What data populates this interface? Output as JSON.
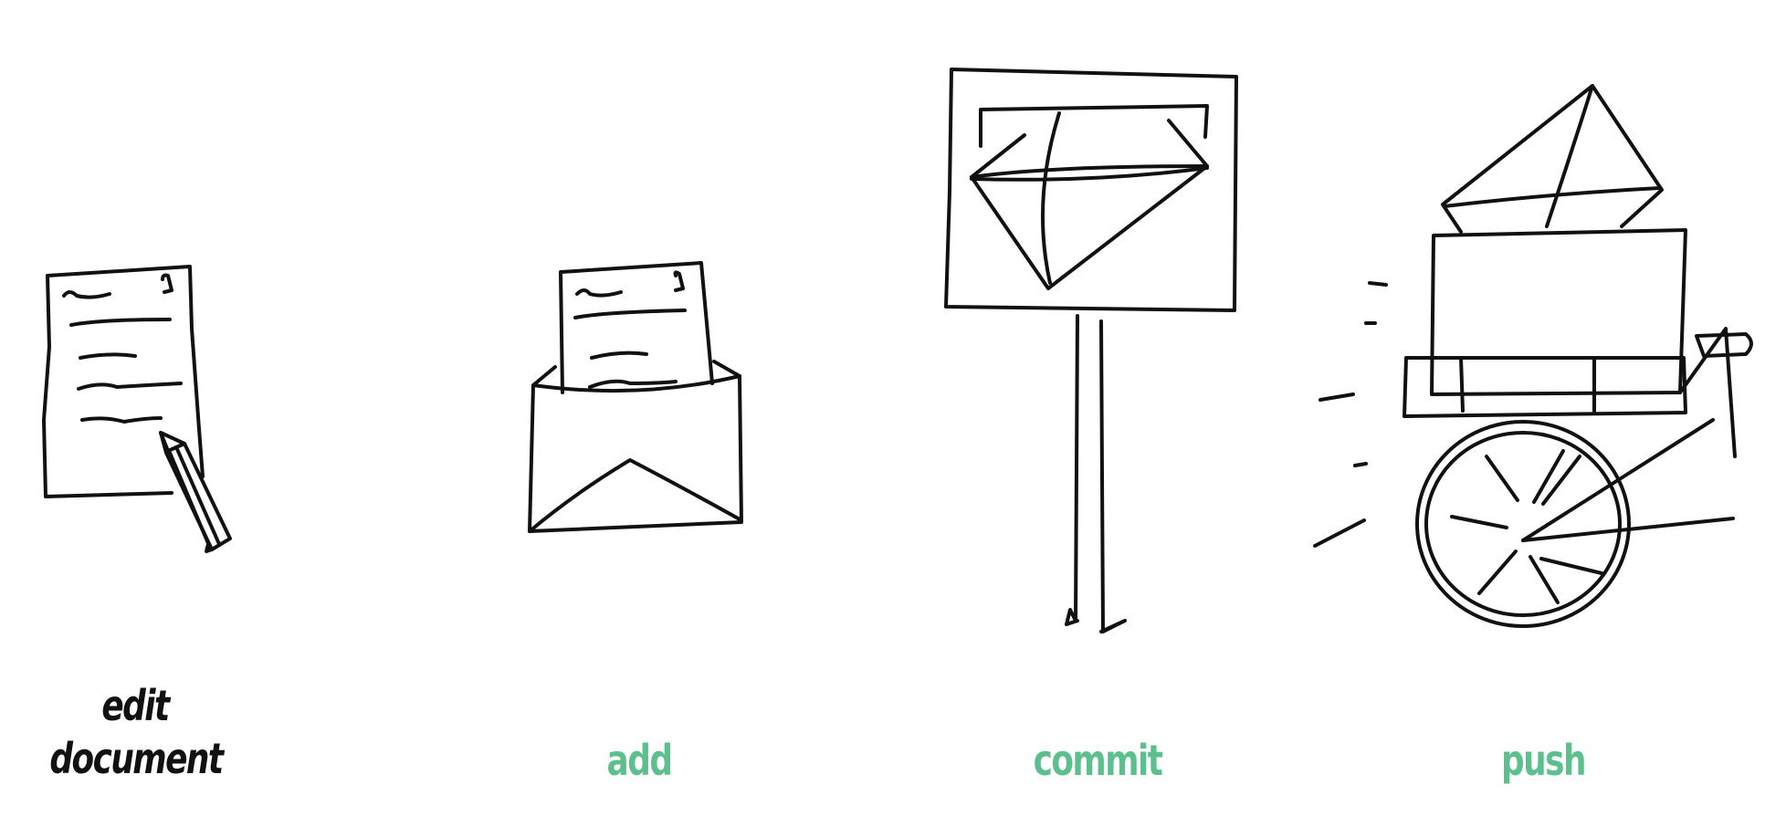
{
  "steps": [
    {
      "label_line1": "edit",
      "label_line2": "document",
      "color": "#111111"
    },
    {
      "label": "add",
      "color": "#5cbf8e"
    },
    {
      "label": "commit",
      "color": "#5cbf8e"
    },
    {
      "label": "push",
      "color": "#5cbf8e"
    }
  ],
  "icons": [
    "document-pencil-icon",
    "envelope-with-letter-icon",
    "mailbox-icon",
    "delivery-cart-icon"
  ]
}
